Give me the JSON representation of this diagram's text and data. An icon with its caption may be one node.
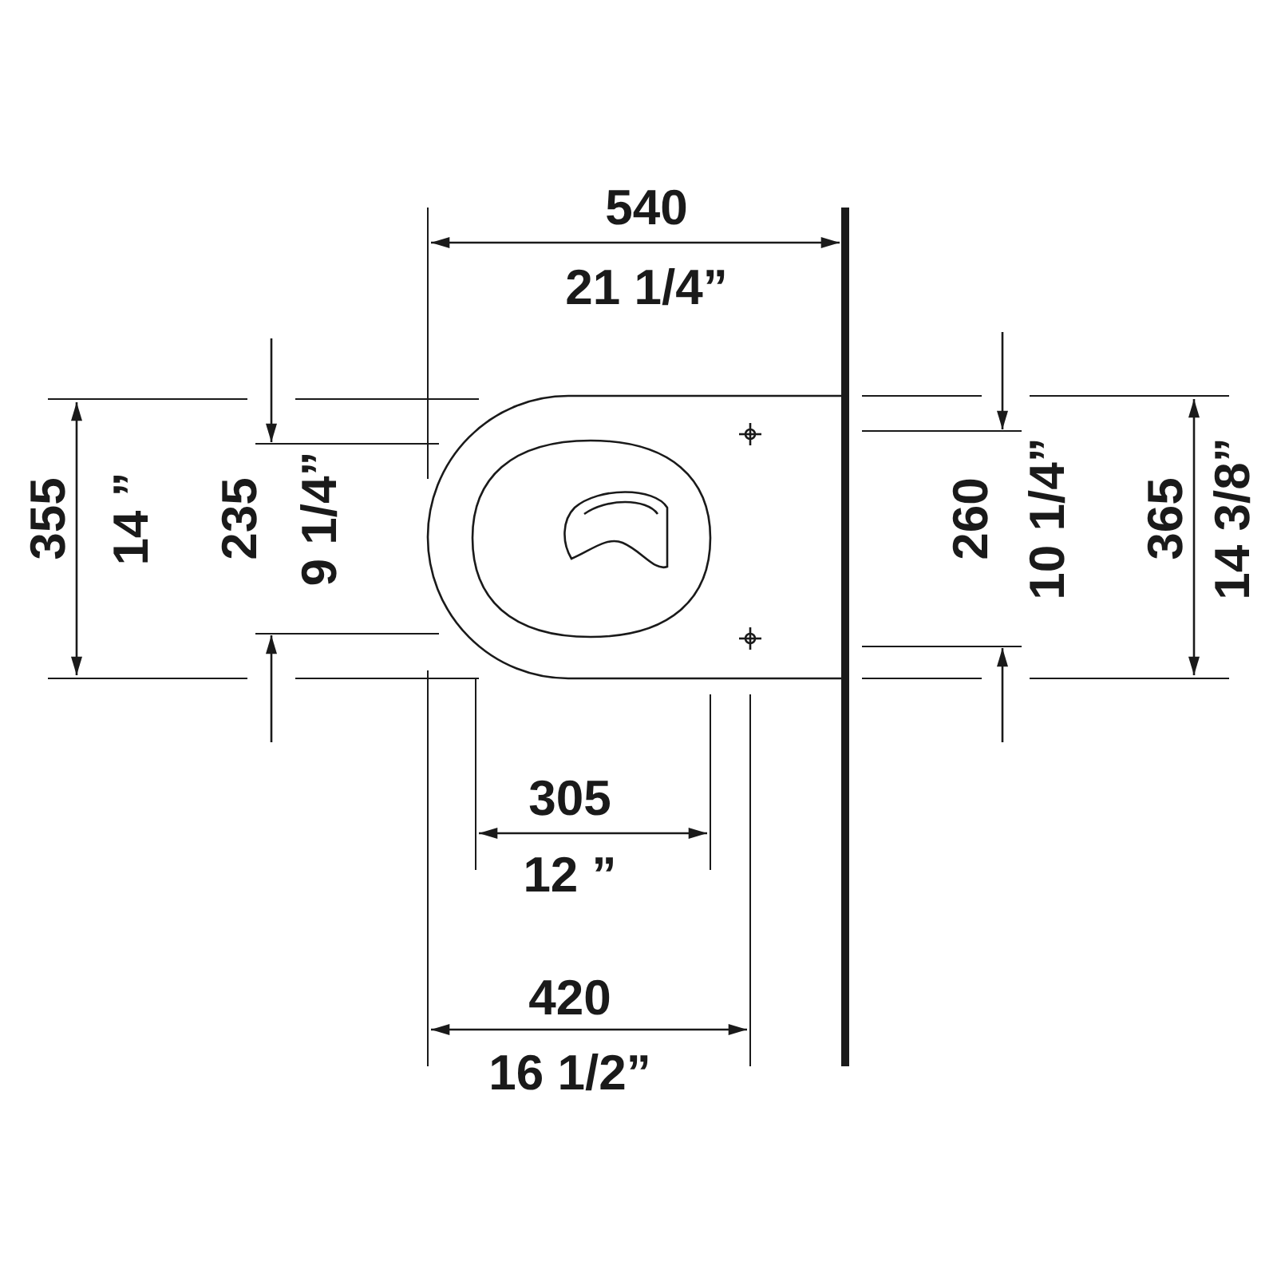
{
  "diagram": {
    "labels": [
      "540",
      "21 1/4”",
      "355",
      "14 ”",
      "235",
      "9 1/4”",
      "260",
      "10 1/4”",
      "365",
      "14 3/8”",
      "305",
      "12 ”",
      "420",
      "16 1/2”"
    ]
  }
}
